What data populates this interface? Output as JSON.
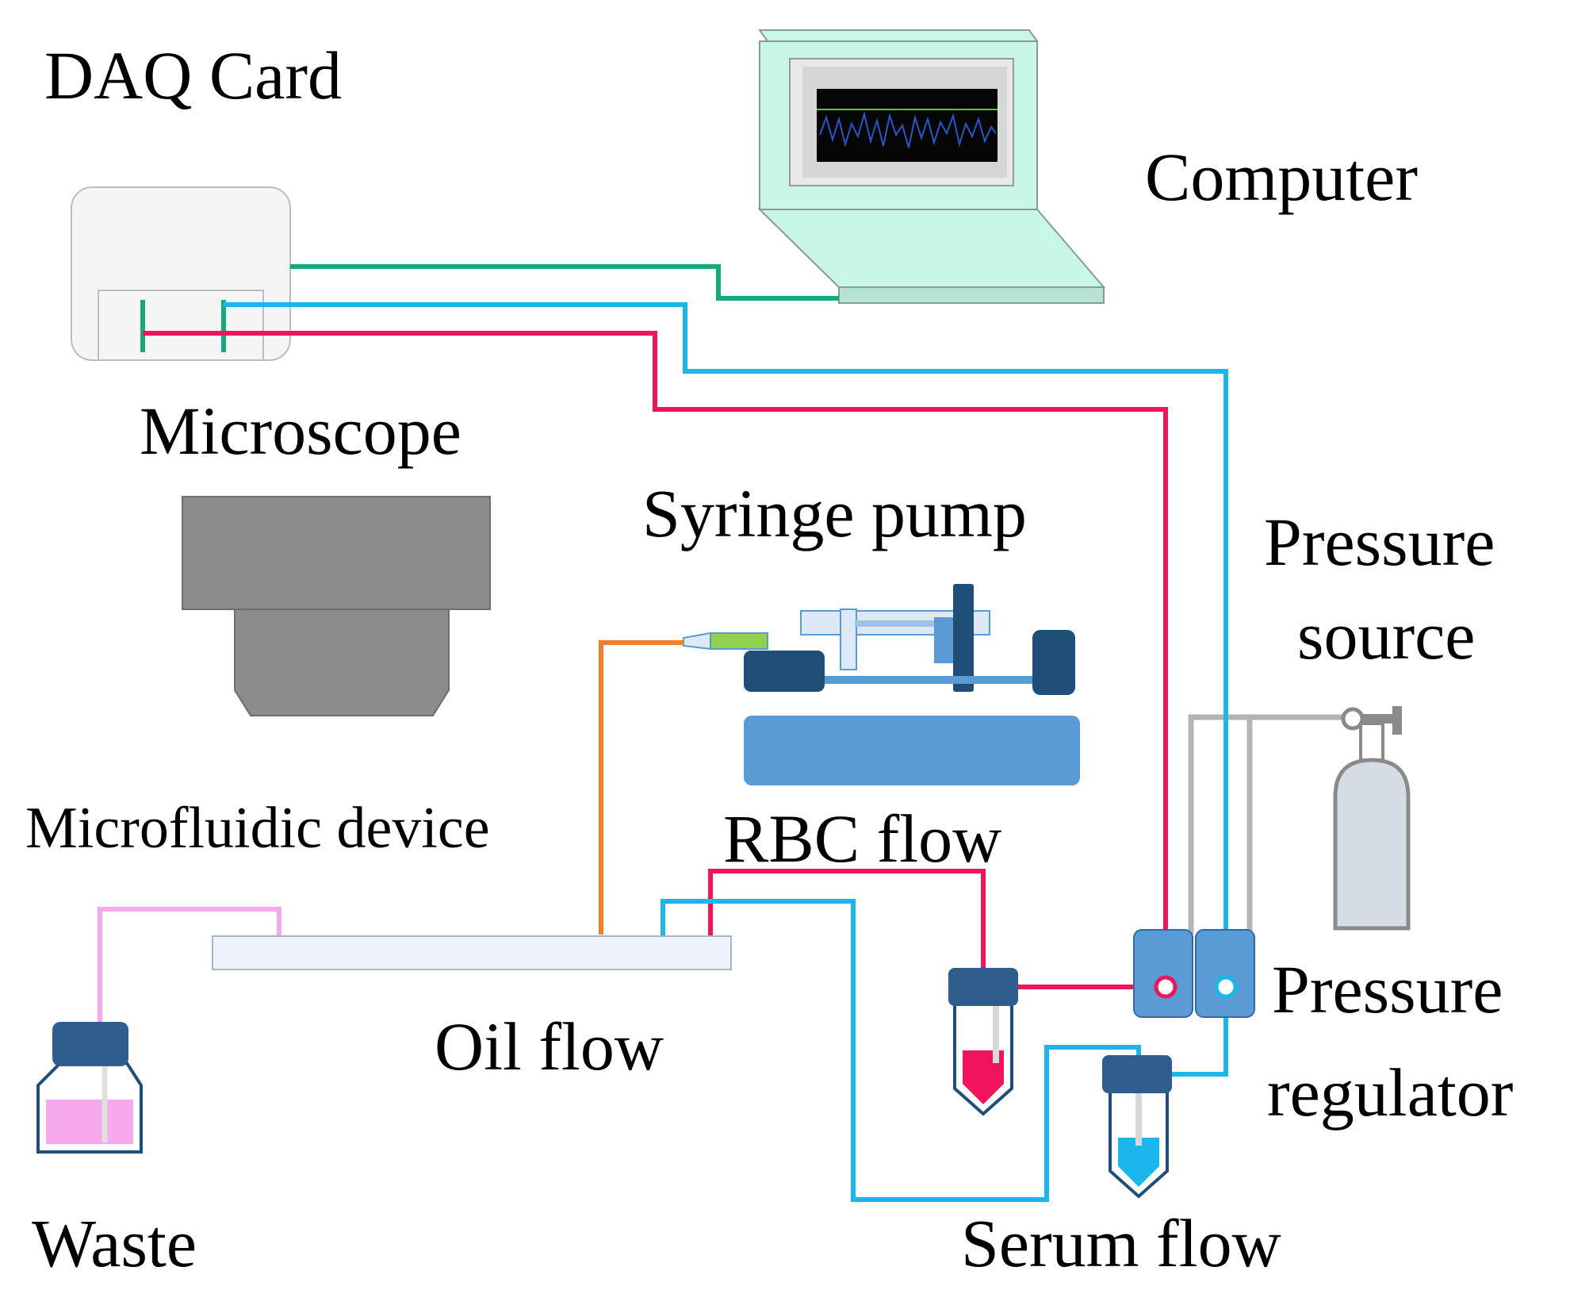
{
  "labels": {
    "daq_card": "DAQ Card",
    "computer": "Computer",
    "microscope": "Microscope",
    "syringe_pump": "Syringe pump",
    "pressure_source_line1": "Pressure",
    "pressure_source_line2": "source",
    "microfluidic_device": "Microfluidic device",
    "rbc_flow": "RBC flow",
    "oil_flow": "Oil flow",
    "pressure_regulator_line1": "Pressure",
    "pressure_regulator_line2": "regulator",
    "waste": "Waste",
    "serum_flow": "Serum flow"
  },
  "colors": {
    "data_cable": "#18a87e",
    "rbc_line": "#f0145a",
    "serum_line": "#1ab6ec",
    "oil_line": "#f07f2d",
    "waste_line": "#f5a8ec",
    "gas_line": "#b4b4b4",
    "pump_blue": "#5b9bd5",
    "pump_dark": "#1f4e79",
    "syringe_fluid": "#92d050",
    "screen_bg": "#c8f7ea",
    "microscope_gray": "#8c8c8c"
  }
}
